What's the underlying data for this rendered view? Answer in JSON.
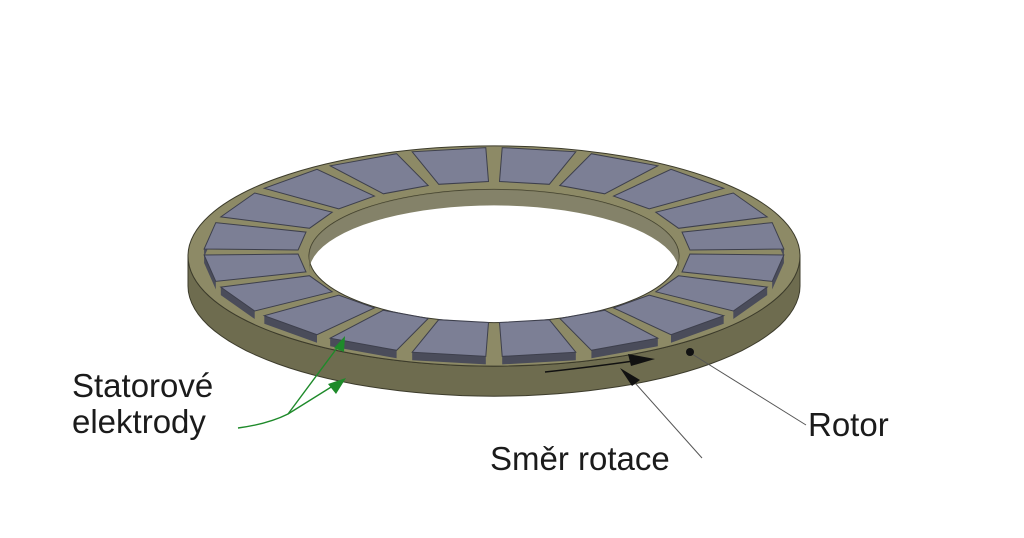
{
  "labels": {
    "stator_line1": "Statorové",
    "stator_line2": "elektrody",
    "rotation_direction": "Směr rotace",
    "rotor": "Rotor"
  },
  "colors": {
    "rotor_body": "#6e6c4f",
    "rotor_top": "#8d8a66",
    "electrode_top": "#7c7f95",
    "electrode_side": "#4a4c5a",
    "stator_leader": "#1e8a2a",
    "rotation_arrow": "#111111",
    "leader_line": "#555555"
  },
  "electrode_count": 20,
  "icons": [
    "rotation-arrow-icon",
    "rotor-marker-dot"
  ]
}
